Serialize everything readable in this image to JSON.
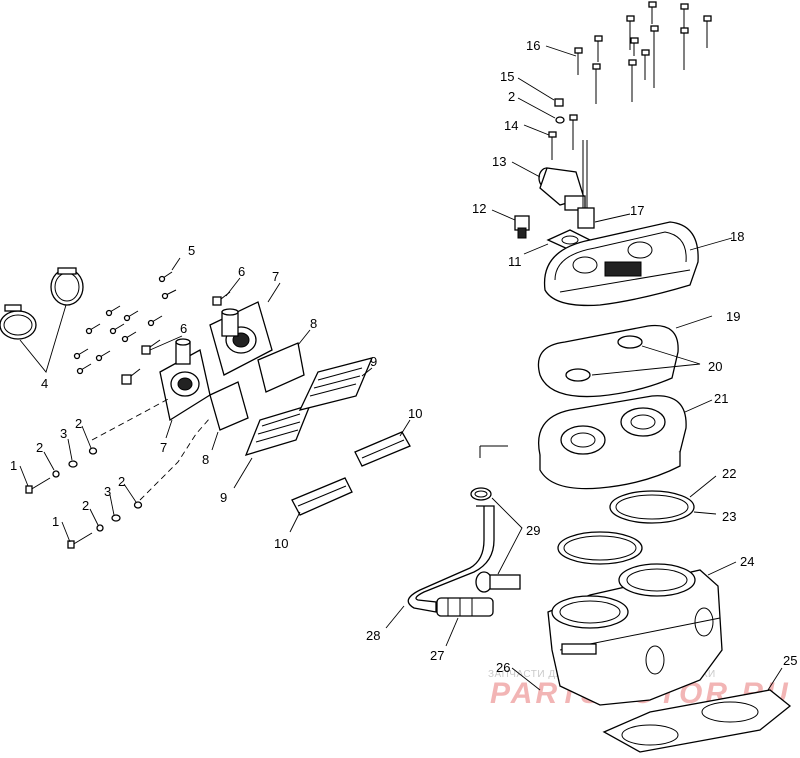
{
  "callouts": {
    "c1a": "1",
    "c1b": "1",
    "c2a": "2",
    "c2b": "2",
    "c2c": "2",
    "c2d": "2",
    "c3a": "3",
    "c3b": "3",
    "c4": "4",
    "c5": "5",
    "c6a": "6",
    "c6b": "6",
    "c7a": "7",
    "c7b": "7",
    "c8a": "8",
    "c8b": "8",
    "c9a": "9",
    "c9b": "9",
    "c10a": "10",
    "c10b": "10",
    "c11": "11",
    "c12": "12",
    "c13": "13",
    "c14": "14",
    "c15": "15",
    "c16": "16",
    "c17": "17",
    "c18": "18",
    "c19": "19",
    "c20": "20",
    "c21": "21",
    "c22": "22",
    "c23": "23",
    "c24": "24",
    "c25": "25",
    "c26": "26",
    "c27": "27",
    "c28": "28",
    "c29": "29"
  },
  "watermark": {
    "tagline": "ЗАПЧАСТИ ДЛЯ ВОДНОЙ И МОТОТЕХНИКИ",
    "brand": "PARTSMOTOR.RU"
  },
  "colors": {
    "ink": "#000000",
    "watermark_brand": "#f2b5b5",
    "watermark_tagline": "#c9c9c9"
  }
}
